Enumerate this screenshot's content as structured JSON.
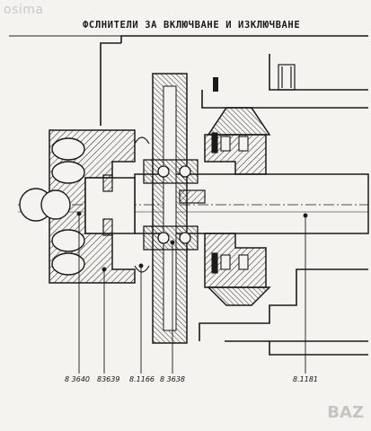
{
  "heading": "ФСЛНИТЕЛИ ЗА ВКЛЮЧВАНЕ И ИЗКЛЮЧВАНЕ",
  "watermarks": {
    "top": "osima",
    "bottom": "BAZ"
  },
  "part_labels": [
    "8 3640",
    "83639",
    "8.1166",
    "8 3638",
    "8.1181"
  ],
  "colors": {
    "ink": "#1a1a1a",
    "paper": "#f4f3ef",
    "hatch": "#222222",
    "watermark": "#c4c4c4"
  }
}
